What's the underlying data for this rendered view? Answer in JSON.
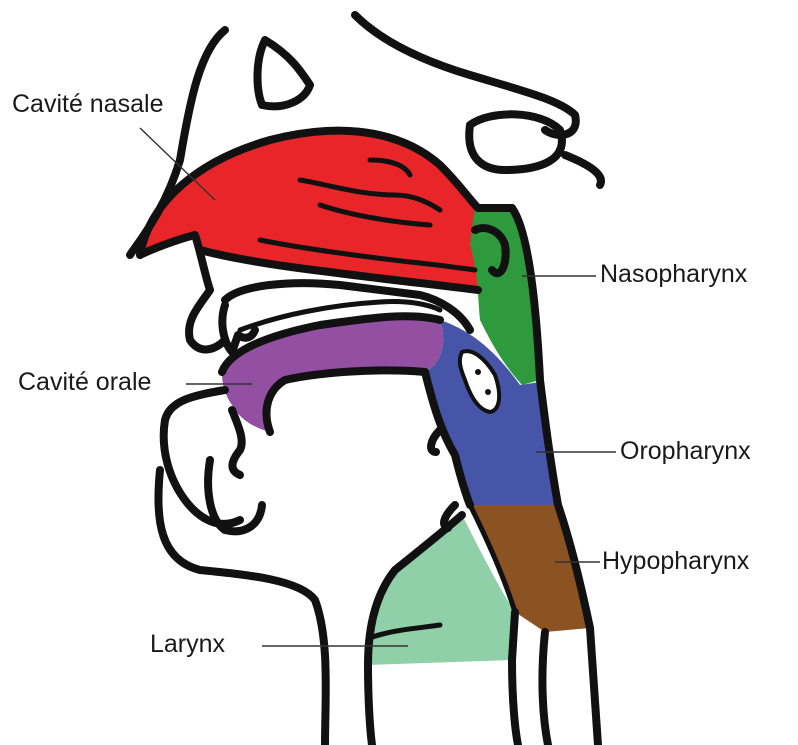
{
  "labels": {
    "nasal_cavity": "Cavité nasale",
    "oral_cavity": "Cavité orale",
    "nasopharynx": "Nasopharynx",
    "oropharynx": "Oropharynx",
    "hypopharynx": "Hypopharynx",
    "larynx": "Larynx"
  },
  "colors": {
    "nasal_cavity": "#e8262a",
    "oral_cavity": "#9350a2",
    "nasopharynx": "#2f9a3d",
    "oropharynx": "#4655a8",
    "hypopharynx": "#8b5222",
    "larynx": "#8fd0a8",
    "outline": "#111111"
  }
}
